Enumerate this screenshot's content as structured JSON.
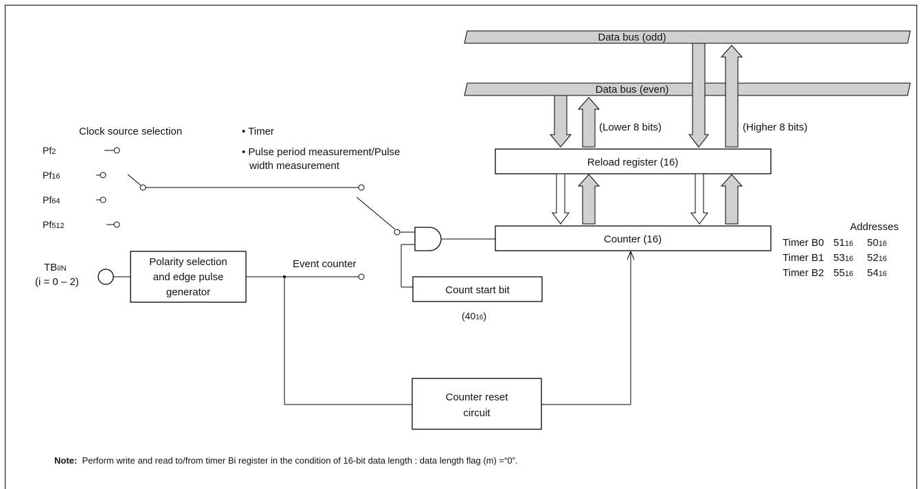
{
  "bus": {
    "odd_label": "Data bus (odd)",
    "even_label": "Data bus (even)",
    "lower_bits": "(Lower 8 bits)",
    "higher_bits": "(Higher 8 bits)"
  },
  "blocks": {
    "reload": "Reload register (16)",
    "counter": "Counter (16)",
    "count_start": "Count start bit",
    "count_start_addr": "(40",
    "count_start_addr_sub": "16",
    "count_start_addr_close": ")",
    "polarity_line1": "Polarity selection",
    "polarity_line2": "and edge pulse",
    "polarity_line3": "generator",
    "reset_line1": "Counter reset",
    "reset_line2": "circuit"
  },
  "clock": {
    "title": "Clock source selection",
    "sources": [
      {
        "base": "Pf",
        "sub": "2"
      },
      {
        "base": "Pf",
        "sub": "16"
      },
      {
        "base": "Pf",
        "sub": "64"
      },
      {
        "base": "Pf",
        "sub": "512"
      }
    ]
  },
  "mode": {
    "timer": "• Timer",
    "pulse_line1": "• Pulse period measurement/Pulse",
    "pulse_line2": "width measurement",
    "event_counter": "Event counter"
  },
  "input": {
    "name_base": "TB",
    "name_sub": "iIN",
    "index": "(i = 0 – 2)"
  },
  "addresses": {
    "title": "Addresses",
    "rows": [
      {
        "label": "Timer B0",
        "hi": "51",
        "lo": "50",
        "sub": "16"
      },
      {
        "label": "Timer B1",
        "hi": "53",
        "lo": "52",
        "sub": "16"
      },
      {
        "label": "Timer B2",
        "hi": "55",
        "lo": "54",
        "sub": "16"
      }
    ]
  },
  "note": {
    "label": "Note:",
    "text": "Perform write and read to/from timer Bi register in the condition of 16-bit data length : data length flag (m) =“0”."
  },
  "colors": {
    "bus_fill": "#d0d0d0",
    "line": "#000000"
  }
}
